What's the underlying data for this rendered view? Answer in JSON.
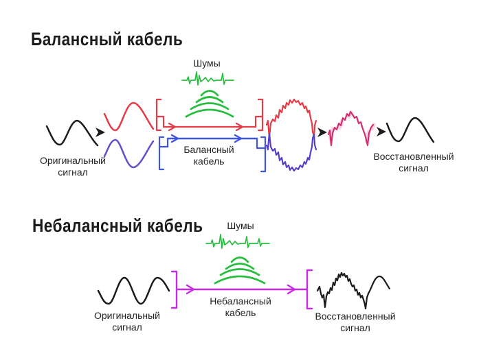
{
  "colors": {
    "black": "#1b1b1b",
    "red": "#e43b47",
    "blue_line": "#3f55dd",
    "blue_wave": "#6150c8",
    "blue_noisy": "#5a3fc4",
    "green": "#27bd3d",
    "magenta": "#c32ce0",
    "pink": "#d12f6e",
    "pink_halo": "#f0a3cf"
  },
  "balanced": {
    "title": "Балансный кабель",
    "noise_label": "Шумы",
    "original_label": "Оригинальный сигнал",
    "cable_label": "Балансный кабель",
    "restored_label": "Восстановленный сигнал"
  },
  "unbalanced": {
    "title": "Небалансный кабель",
    "noise_label": "Шумы",
    "original_label": "Оригинальный сигнал",
    "cable_label": "Небалансный кабель",
    "restored_label": "Восстановленный сигнал"
  }
}
